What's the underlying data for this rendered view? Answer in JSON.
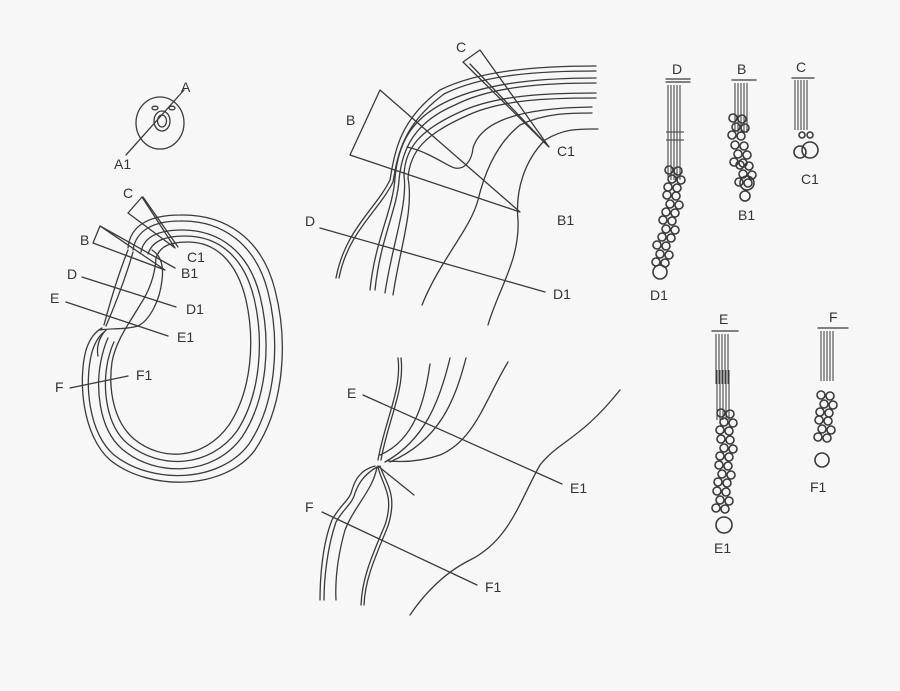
{
  "diagram": {
    "colors": {
      "background": "#f7f7f7",
      "stroke": "#3a3a3a",
      "label": "#333333"
    },
    "panels": {
      "small_section": {
        "labels": {
          "start": "A",
          "end": "A1"
        }
      },
      "overview_section": {
        "section_lines": [
          {
            "start": "C",
            "end": "C1"
          },
          {
            "start": "B",
            "end": "B1"
          },
          {
            "start": "D",
            "end": "D1"
          },
          {
            "start": "E",
            "end": "E1"
          },
          {
            "start": "F",
            "end": "F1"
          }
        ]
      },
      "detail_upper": {
        "section_lines": [
          {
            "start": "C",
            "end": "C1"
          },
          {
            "start": "B",
            "end": "B1"
          },
          {
            "start": "D",
            "end": "D1"
          }
        ]
      },
      "detail_lower": {
        "section_lines": [
          {
            "start": "E",
            "end": "E1"
          },
          {
            "start": "F",
            "end": "F1"
          }
        ]
      },
      "tissue_sections": [
        {
          "id": "D",
          "top": "D",
          "bottom": "D1"
        },
        {
          "id": "B",
          "top": "B",
          "bottom": "B1"
        },
        {
          "id": "C",
          "top": "C",
          "bottom": "C1"
        },
        {
          "id": "E",
          "top": "E",
          "bottom": "E1"
        },
        {
          "id": "F",
          "top": "F",
          "bottom": "F1"
        }
      ]
    }
  }
}
